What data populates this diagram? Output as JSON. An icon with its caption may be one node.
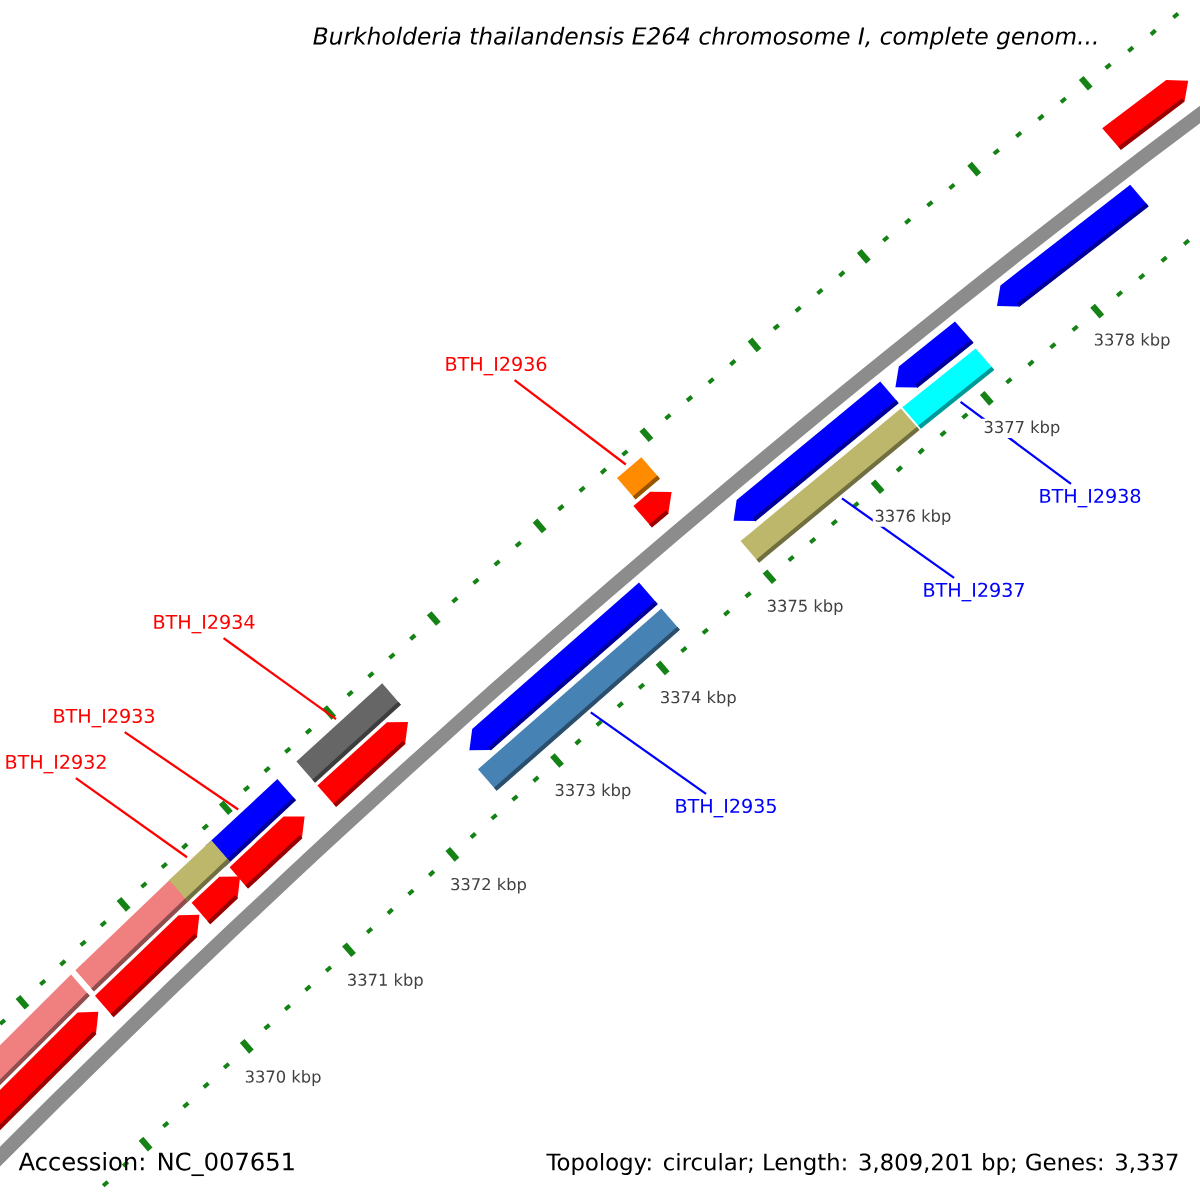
{
  "diagram": {
    "title": "Burkholderia thailandensis E264 chromosome I, complete genom...",
    "nodes": [
      {
        "text": [
          "BTH_I2936"
        ]
      },
      {
        "text": [],
        "shape": "bar"
      },
      {
        "text": [
          "BTH_I2938"
        ]
      },
      {
        "text": [],
        "shape": "bar"
      },
      {
        "text": [
          "BTH_I2937"
        ]
      },
      {
        "text": [],
        "shape": "bar"
      },
      {
        "text": [
          "BTH_I2934"
        ]
      },
      {
        "text": [],
        "shape": "bar"
      },
      {
        "text": [
          "BTH_I2935"
        ]
      },
      {
        "text": [],
        "shape": "bar"
      },
      {
        "text": [
          "BTH_I2933"
        ]
      },
      {
        "text": [],
        "shape": "bar"
      },
      {
        "text": [
          "BTH_I2932"
        ]
      },
      {
        "text": [],
        "shape": "bar"
      }
    ],
    "edges": [
      {
        "from": 0,
        "to": 1,
        "arrow": "none"
      },
      {
        "from": 2,
        "to": 3,
        "arrow": "none",
        "color": "#0000ff"
      },
      {
        "from": 4,
        "to": 5,
        "arrow": "none",
        "color": "#0000ff"
      },
      {
        "from": 6,
        "to": 7,
        "arrow": "none"
      },
      {
        "from": 8,
        "to": 9,
        "arrow": "none",
        "color": "#0000ff"
      },
      {
        "from": 10,
        "to": 11,
        "arrow": "none"
      },
      {
        "from": 12,
        "to": 13,
        "arrow": "none"
      }
    ],
    "labels": [
      "3370 kbp",
      "3371 kbp",
      "3372 kbp",
      "3373 kbp",
      "3374 kbp",
      "3375 kbp",
      "3376 kbp",
      "3377 kbp",
      "3378 kbp",
      "Accession: NC_007651",
      "Topology: circular; Length: 3,809,201 bp; Genes: 3,337"
    ]
  }
}
